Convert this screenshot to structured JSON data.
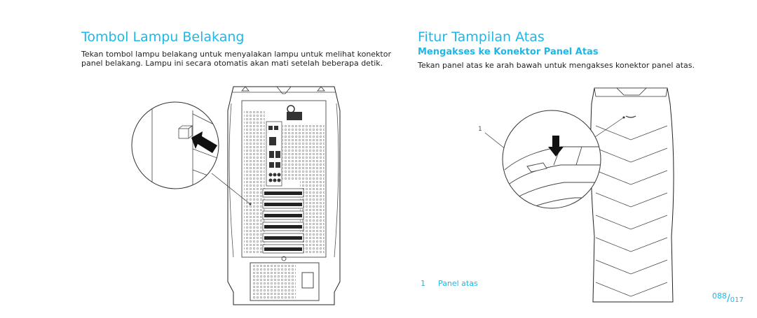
{
  "left": {
    "title": "Tombol Lampu Belakang",
    "body": "Tekan tombol lampu belakang untuk menyalakan lampu untuk melihat konektor panel belakang. Lampu ini secara otomatis akan mati setelah beberapa detik."
  },
  "right": {
    "title": "Fitur Tampilan Atas",
    "subtitle": "Mengakses ke Konektor Panel Atas",
    "body": "Tekan panel atas ke arah bawah untuk mengakses konektor panel atas.",
    "callout_number": "1",
    "legend": [
      {
        "number": "1",
        "label": "Panel atas"
      }
    ]
  },
  "page": {
    "current": "088",
    "slash": "/",
    "total": "017"
  }
}
